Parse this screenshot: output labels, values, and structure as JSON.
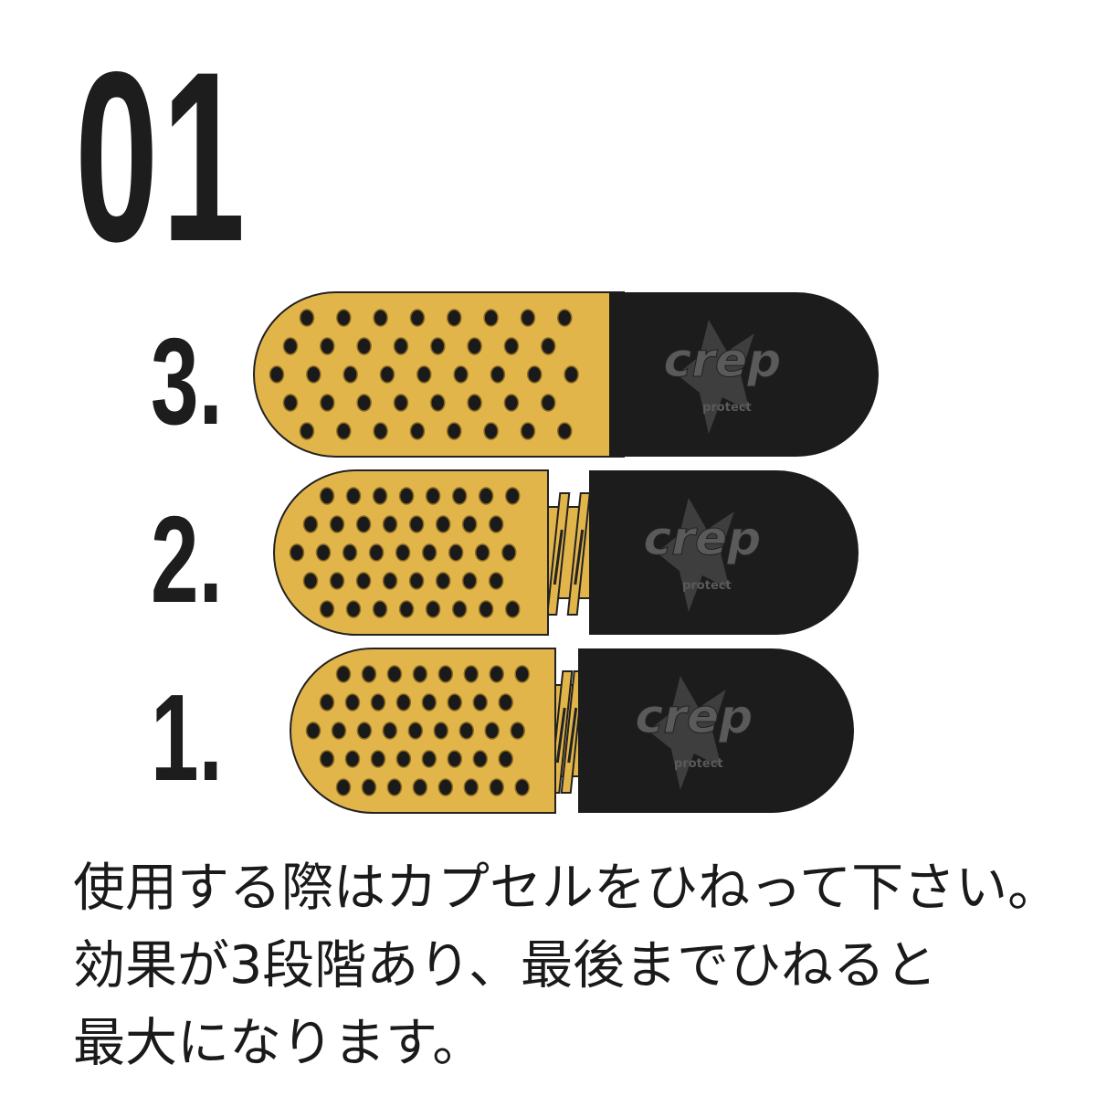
{
  "step_number": "01",
  "stages": [
    {
      "label": "3.",
      "logo_text": "crep",
      "logo_subtext": "protect"
    },
    {
      "label": "2.",
      "logo_text": "crep",
      "logo_subtext": "protect"
    },
    {
      "label": "1.",
      "logo_text": "crep",
      "logo_subtext": "protect"
    }
  ],
  "description_lines": [
    "使用する際はカプセルをひねって下さい。",
    "効果が3段階あり、最後までひねると",
    "最大になります。"
  ],
  "colors": {
    "gold": "#e2b54a",
    "cap": "#1c1c1c",
    "logo": "#5a5a5a",
    "text": "#1d1d1d"
  }
}
